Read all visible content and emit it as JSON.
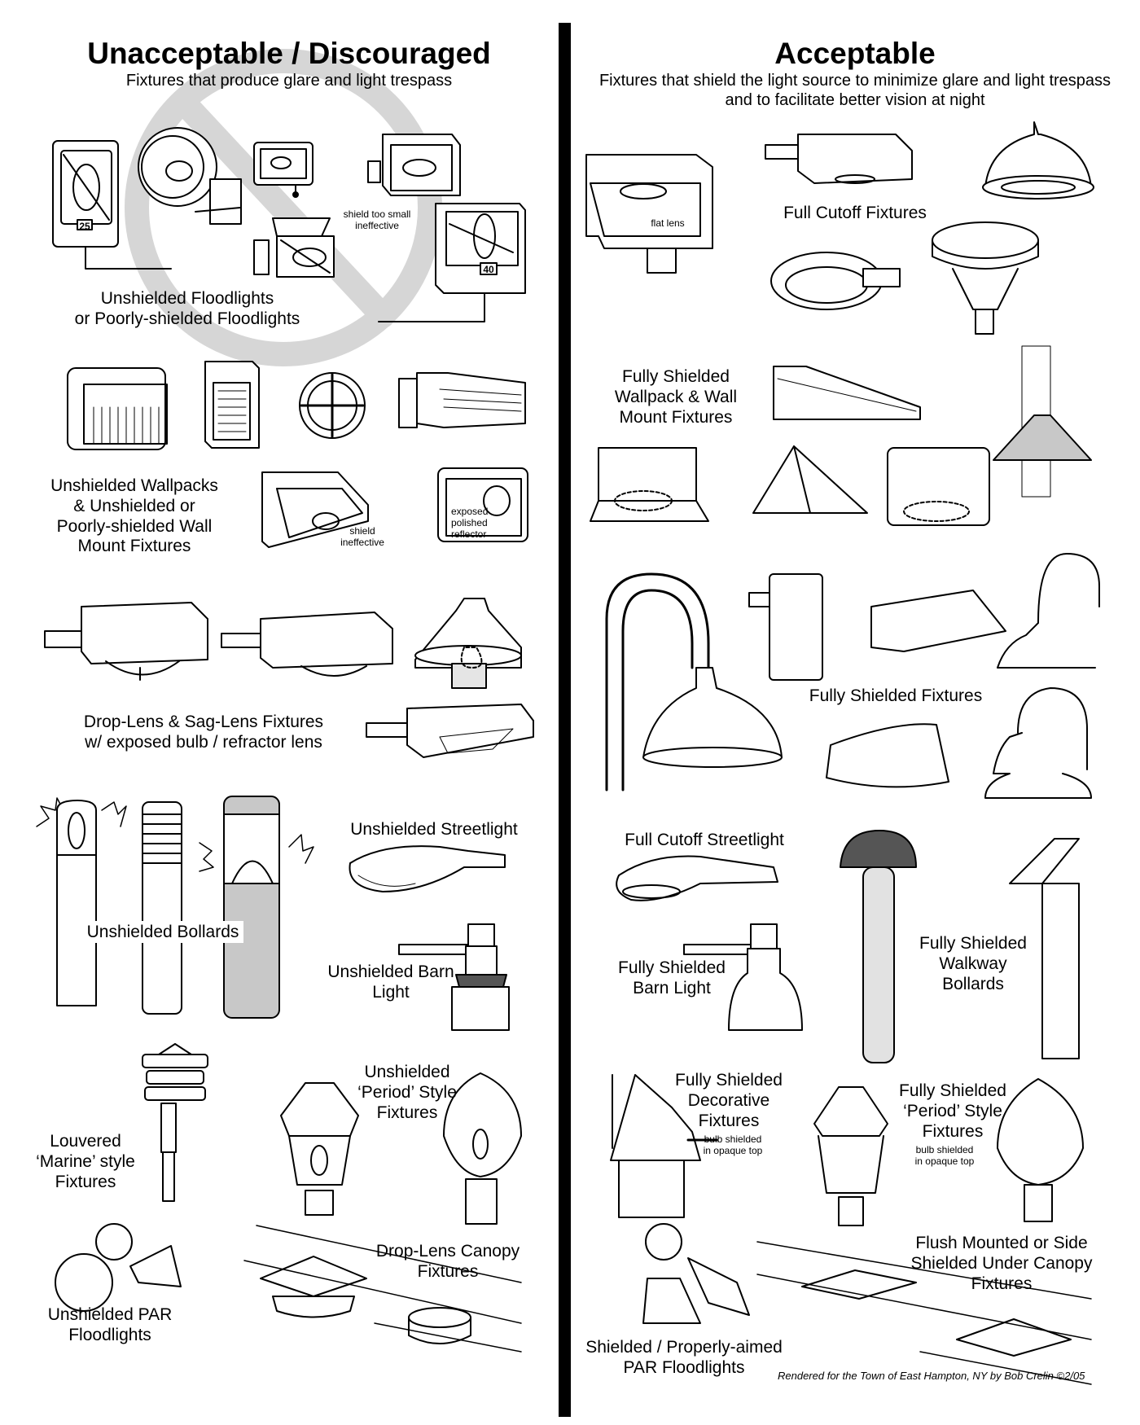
{
  "left_panel": {
    "title": "Unacceptable / Discouraged",
    "subtitle": "Fixtures that produce glare and light trespass",
    "labels": {
      "floodlights": "Unshielded Floodlights\nor Poorly-shielded Floodlights",
      "shield_too_small": "shield too small\nineffective",
      "wallpacks": "Unshielded Wallpacks\n& Unshielded or\nPoorly-shielded Wall\nMount Fixtures",
      "shield_ineffective": "shield\nineffective",
      "exposed_reflector": "exposed\npolished\nreflector",
      "drop_lens": "Drop-Lens & Sag-Lens Fixtures\nw/ exposed bulb / refractor lens",
      "streetlight": "Unshielded Streetlight",
      "bollards": "Unshielded Bollards",
      "barn_light": "Unshielded Barn\nLight",
      "marine": "Louvered\n‘Marine’ style\nFixtures",
      "period": "Unshielded\n‘Period’ Style\nFixtures",
      "canopy": "Drop-Lens Canopy\nFixtures",
      "par": "Unshielded PAR\nFloodlights"
    },
    "badges": {
      "flood_a": "25",
      "flood_b": "40"
    }
  },
  "right_panel": {
    "title": "Acceptable",
    "subtitle": "Fixtures that shield the light source to minimize glare and light trespass\nand to facilitate better vision at night",
    "labels": {
      "flat_lens": "flat lens",
      "full_cutoff": "Full Cutoff Fixtures",
      "wallpack": "Fully Shielded\nWallpack & Wall\nMount Fixtures",
      "fully_shielded": "Fully Shielded Fixtures",
      "streetlight": "Full Cutoff Streetlight",
      "barn_light": "Fully Shielded\nBarn Light",
      "walkway": "Fully Shielded\nWalkway\nBollards",
      "decorative": "Fully Shielded\nDecorative\nFixtures",
      "bulb_shielded_a": "bulb shielded\nin opaque top",
      "period": "Fully Shielded\n‘Period’ Style\nFixtures",
      "bulb_shielded_b": "bulb shielded\nin opaque top",
      "canopy": "Flush Mounted or Side\nShielded Under Canopy\nFixtures",
      "par": "Shielded / Properly-aimed\nPAR Floodlights"
    }
  },
  "credit": "Rendered for the Town of East Hampton, NY by Bob Crelin  ©2/05",
  "colors": {
    "divider": "#000000",
    "prohibition": "#d6d6d6",
    "line": "#000000",
    "shade": "#c8c8c8",
    "dark": "#555555"
  }
}
